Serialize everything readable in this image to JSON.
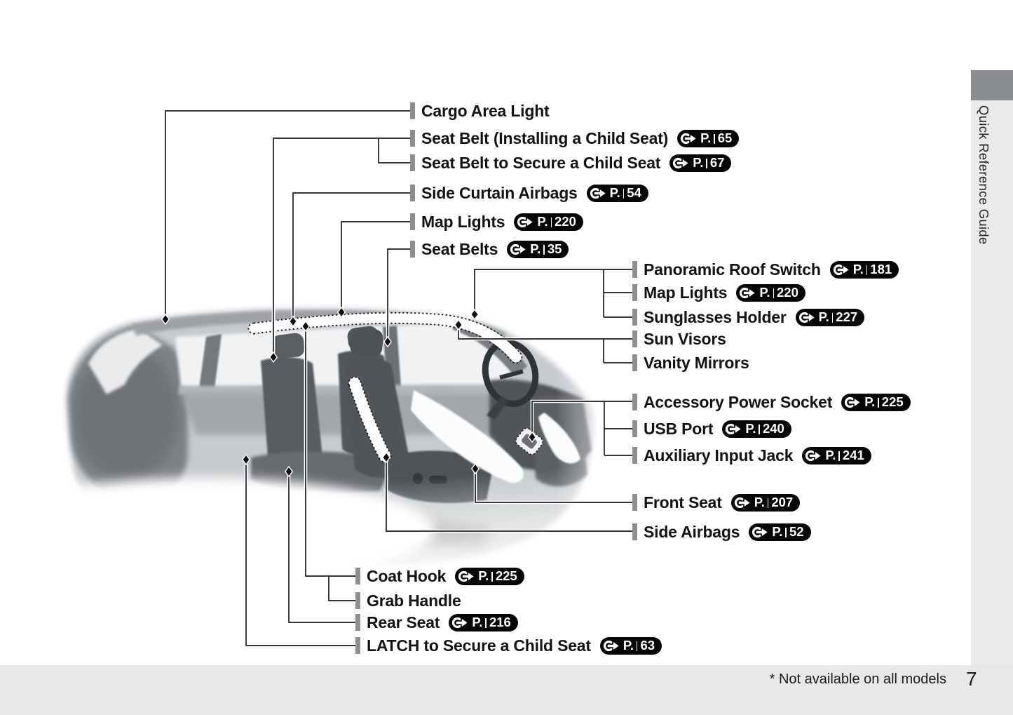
{
  "page": {
    "number": "7",
    "footnote": "* Not available on all models"
  },
  "sidebar": {
    "title": "Quick Reference Guide"
  },
  "badge": {
    "prefix": "P."
  },
  "diagram": {
    "alt": "Side cutaway illustration of vehicle interior with callout pointers"
  },
  "callouts": {
    "items": [
      {
        "label": "Cargo Area Light"
      },
      {
        "label": "Seat Belt (Installing a Child Seat)",
        "page": "65"
      },
      {
        "label": "Seat Belt to Secure a Child Seat",
        "page": "67"
      },
      {
        "label": "Side Curtain Airbags",
        "page": "54"
      },
      {
        "label": "Map Lights",
        "page": "220"
      },
      {
        "label": "Seat Belts",
        "page": "35"
      },
      {
        "label": "Panoramic Roof Switch",
        "page": "181"
      },
      {
        "label": "Map Lights",
        "page": "220"
      },
      {
        "label": "Sunglasses Holder",
        "page": "227"
      },
      {
        "label": "Sun Visors"
      },
      {
        "label": "Vanity Mirrors"
      },
      {
        "label": "Accessory Power Socket",
        "page": "225"
      },
      {
        "label": "USB Port",
        "page": "240"
      },
      {
        "label": "Auxiliary Input Jack",
        "page": "241"
      },
      {
        "label": "Front Seat",
        "page": "207"
      },
      {
        "label": "Side Airbags",
        "page": "52"
      },
      {
        "label": "Coat Hook",
        "page": "225"
      },
      {
        "label": "Grab Handle"
      },
      {
        "label": "Rear Seat",
        "page": "216"
      },
      {
        "label": "LATCH to Secure a Child Seat",
        "page": "63"
      }
    ]
  }
}
